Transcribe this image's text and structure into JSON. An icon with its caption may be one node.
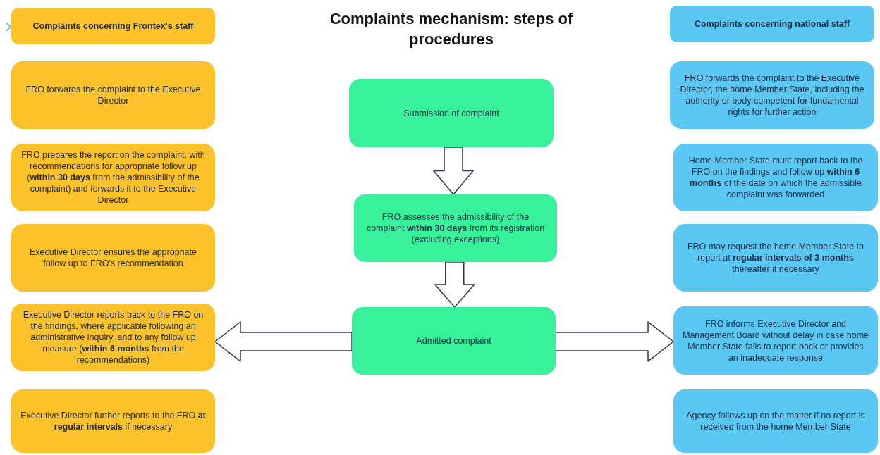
{
  "diagram": {
    "title": "Complaints mechanism: steps of procedures",
    "nodes": [
      {
        "text": [
          "Submission of complaint"
        ]
      },
      {
        "text": [
          "FRO assesses the admissibility of the complaint **within 30 days** from its registration (excluding exceptions)"
        ]
      },
      {
        "text": [
          "Admitted complaint"
        ]
      },
      {
        "text": [
          "Complaints concerning Frontex's staff"
        ]
      },
      {
        "text": [
          "FRO forwards the complaint to the Executive Director"
        ]
      },
      {
        "text": [
          "FRO prepares the report on the complaint, with recommendations for appropriate follow up (**within 30 days** from the admissibility of the complaint) and forwards it to the Executive Director"
        ]
      },
      {
        "text": [
          "Executive Director ensures the appropriate follow up to FRO's recommendation"
        ]
      },
      {
        "text": [
          "Executive Director reports back to the FRO on the findings, where applicable following an administrative inquiry, and to any follow up measure (**within 6 months** from the recommendations)"
        ]
      },
      {
        "text": [
          "Executive Director further reports to the FRO **at regular intervals** if necessary"
        ]
      },
      {
        "text": [
          "Complaints concerning national staff"
        ]
      },
      {
        "text": [
          "FRO forwards the complaint to the Executive Director, the home Member State, including the authority or body competent for fundamental rights for further action"
        ]
      },
      {
        "text": [
          "Home Member State must report back to the FRO on the findings and follow up **within 6 months** of the date on which the admissible complaint was forwarded"
        ]
      },
      {
        "text": [
          "FRO may request the home Member State to report at **regular intervals of 3 months** thereafter if necessary"
        ]
      },
      {
        "text": [
          "FRO informs Executive Director and Management Board without delay in case home Member State fails to report back or provides an inadequate response"
        ]
      },
      {
        "text": [
          "Agency follows up on the matter if no report is received from the home Member State"
        ]
      }
    ],
    "edges": [
      {
        "from": 0,
        "to": 1,
        "arrow": "to"
      },
      {
        "from": 1,
        "to": 2,
        "arrow": "to"
      },
      {
        "from": 2,
        "to": 7,
        "arrow": "to"
      },
      {
        "from": 2,
        "to": 13,
        "arrow": "to"
      }
    ]
  }
}
